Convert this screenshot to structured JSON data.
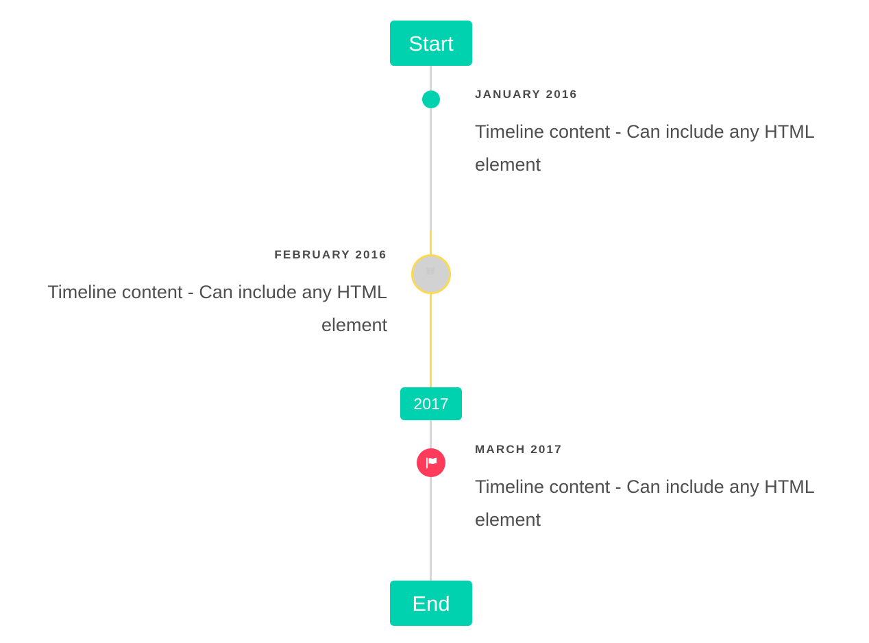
{
  "colors": {
    "accent_teal": "#00d1ae",
    "accent_yellow": "#fcd94f",
    "accent_pink": "#ff3b5c",
    "line_gray": "#d7d7d7",
    "marker_gray": "#d2d2d2",
    "text_dark": "#4a4a4a",
    "text_body": "#4f4f4f",
    "background": "#ffffff"
  },
  "timeline": {
    "start_label": "Start",
    "end_label": "End",
    "year_marker_label": "2017",
    "entries": [
      {
        "date": "January 2016",
        "body": "Timeline content - Can include any HTML element",
        "side": "right",
        "marker": "dot-marker",
        "marker_color": "#00d1ae"
      },
      {
        "date": "February 2016",
        "body": "Timeline content - Can include any HTML element",
        "side": "left",
        "marker": "missing-glyph-icon",
        "marker_color": "#d2d2d2",
        "marker_ring_color": "#fcd94f",
        "marker_glyph": "░░"
      },
      {
        "date": "March 2017",
        "body": "Timeline content - Can include any HTML element",
        "side": "right",
        "marker": "flag-icon",
        "marker_color": "#ff3b5c"
      }
    ]
  }
}
